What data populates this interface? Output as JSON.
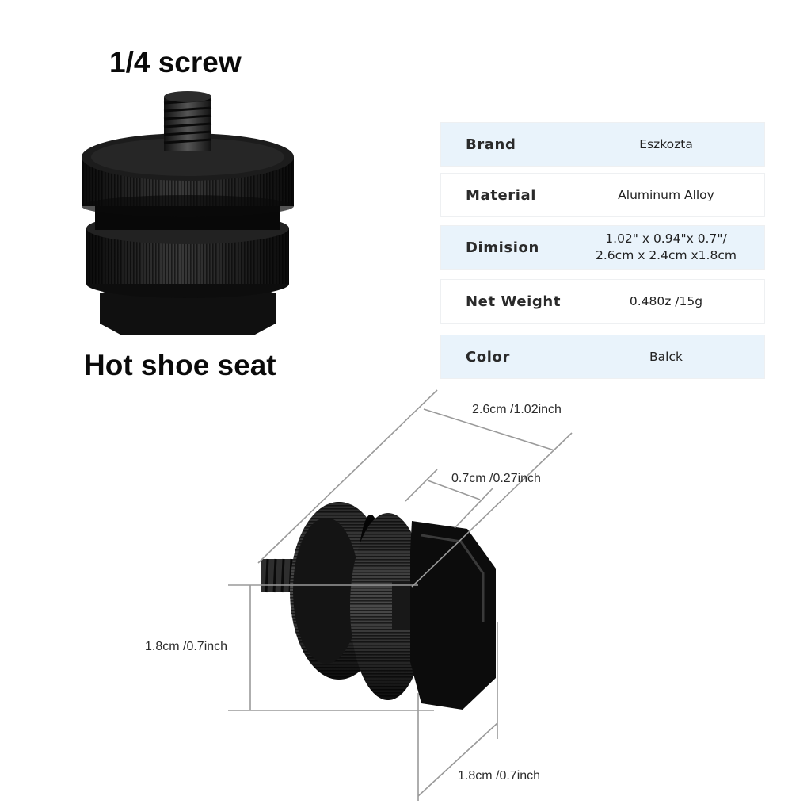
{
  "labels": {
    "top": "1/4 screw",
    "bottom": "Hot shoe seat"
  },
  "specs": [
    {
      "key": "Brand",
      "value": "Eszkozta"
    },
    {
      "key": "Material",
      "value": "Aluminum Alloy"
    },
    {
      "key": "Dimision",
      "value": "1.02\" x 0.94\"x 0.7\"/\n2.6cm x 2.4cm x1.8cm"
    },
    {
      "key": "Net Weight",
      "value": "0.480z /15g"
    },
    {
      "key": "Color",
      "value": "Balck"
    }
  ],
  "dimensions": {
    "length": "2.6cm /1.02inch",
    "thread": "0.7cm /0.27inch",
    "height": "1.8cm /0.7inch",
    "depth": "1.8cm /0.7inch"
  },
  "colors": {
    "row_shade": "#e9f3fb",
    "product_black": "#141414",
    "dimension_line": "#9a9a9a"
  }
}
